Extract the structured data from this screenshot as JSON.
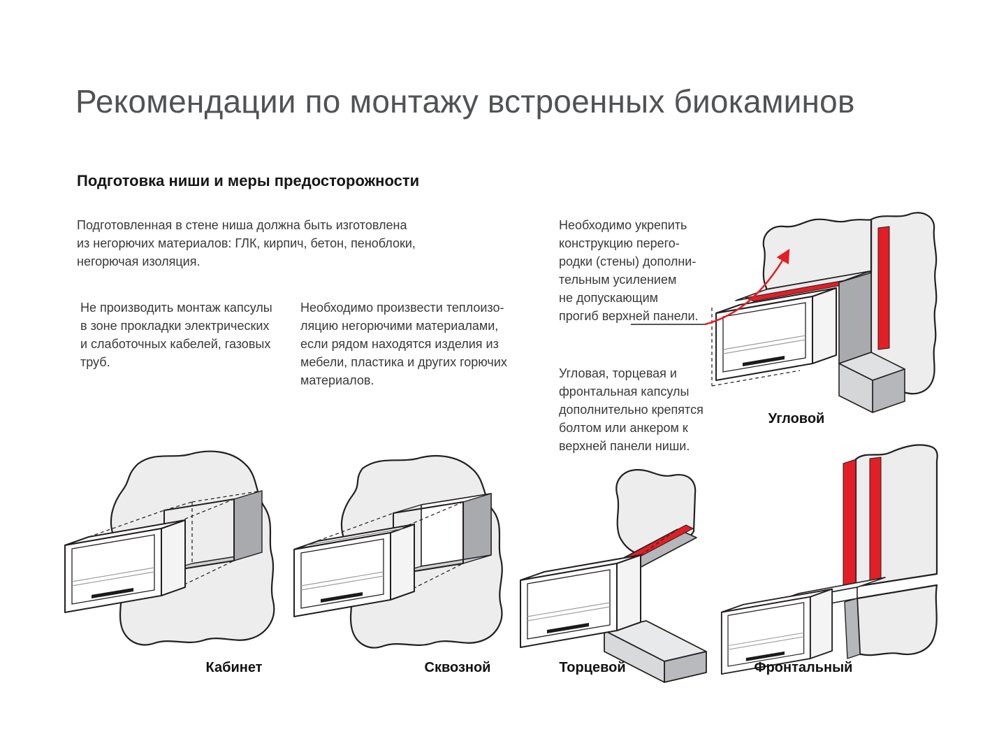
{
  "header": {
    "title": "Рекомендации по монтажу встроенных биокаминов",
    "section": "Подготовка ниши и меры предосторожности"
  },
  "paragraphs": {
    "niche_materials": "Подготовленная в стене ниша должна быть изготовлена\nиз негорючих материалов: ГЛК, кирпич, бетон, пеноблоки,\nнегорючая изоляция.",
    "no_cables": "Не производить монтаж капсулы\nв зоне прокладки электрических\nи слаботочных кабелей, газовых\nтруб.",
    "insulation": "Необходимо произвести теплоизо-\nляцию негорючими материалами,\nесли рядом находятся изделия из\nмебели, пластика и других горючих\nматериалов.",
    "reinforce": "Необходимо укрепить\nконструкцию перего-\nродки (стены) дополни-\nтельным усилением\nне допускающим\nпрогиб верхней панели.",
    "fastening": "Угловая, торцевая и\nфронтальная капсулы\nдополнительно крепятся\nболтом или анкером к\nверхней панели ниши."
  },
  "diagrams": {
    "corner": {
      "label": "Угловой"
    },
    "cabinet": {
      "label": "Кабинет"
    },
    "through": {
      "label": "Сквозной"
    },
    "end": {
      "label": "Торцевой"
    },
    "frontal": {
      "label": "Фронтальный"
    }
  },
  "colors": {
    "accent_red": "#e31e25",
    "title_gray": "#515254",
    "wall_fill": "#ededee",
    "interior_dark": "#a8aaad"
  }
}
